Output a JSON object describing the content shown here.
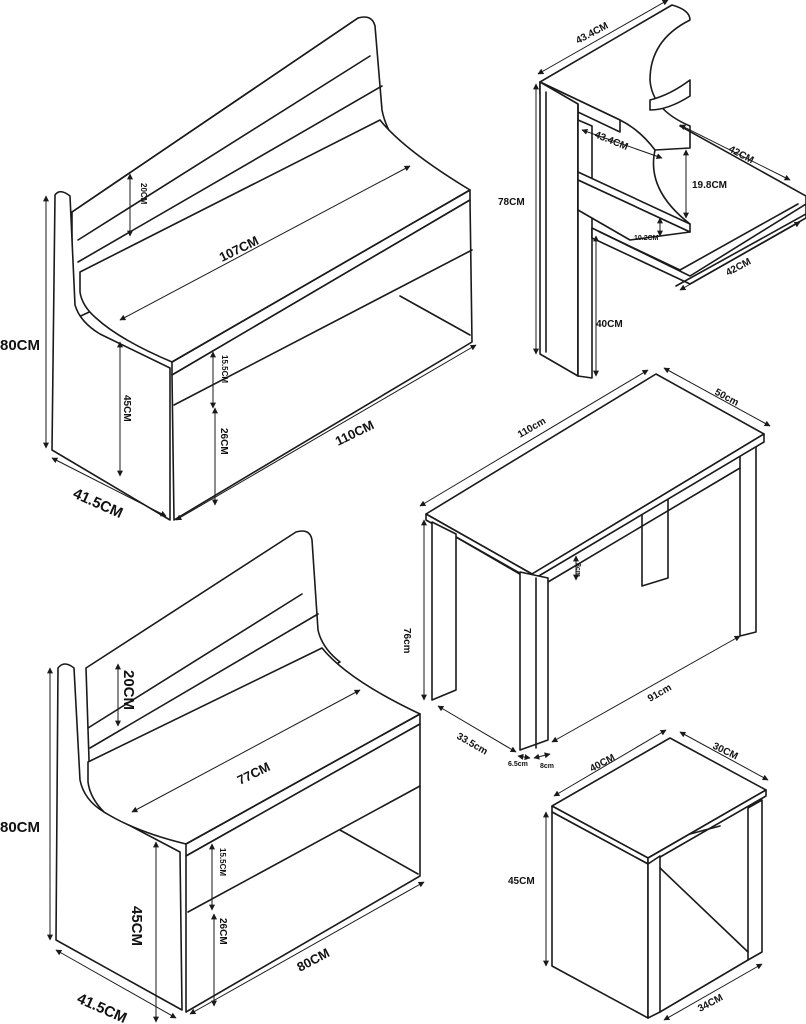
{
  "bench_large": {
    "seat_width": "107CM",
    "overall_width": "110CM",
    "backrest": "20CM",
    "height": "80CM",
    "depth": "41.5CM",
    "seat_height": "45CM",
    "drawer_height": "15.5CM",
    "leg_height": "26CM"
  },
  "shelf": {
    "top_width": "43.4CM",
    "inner_width": "43.4CM",
    "depth_top": "42CM",
    "depth_bottom": "42CM",
    "height": "78CM",
    "lower_height": "40CM",
    "gap": "19.8CM",
    "thickness": "10.2CM"
  },
  "table": {
    "length": "110cm",
    "width": "50cm",
    "height": "76cm",
    "apron": "8cm",
    "leg_span": "91cm",
    "leg_depth": "33.5cm",
    "leg_small": "6.5cm",
    "leg_width": "8cm"
  },
  "bench_small": {
    "backrest": "20CM",
    "seat_width": "77CM",
    "height": "80CM",
    "seat_height": "45CM",
    "drawer_height": "15.5CM",
    "leg_height": "26CM",
    "overall_width": "80CM",
    "depth": "41.5CM"
  },
  "stool": {
    "width": "40CM",
    "depth": "30CM",
    "height": "45CM",
    "base": "34CM"
  }
}
